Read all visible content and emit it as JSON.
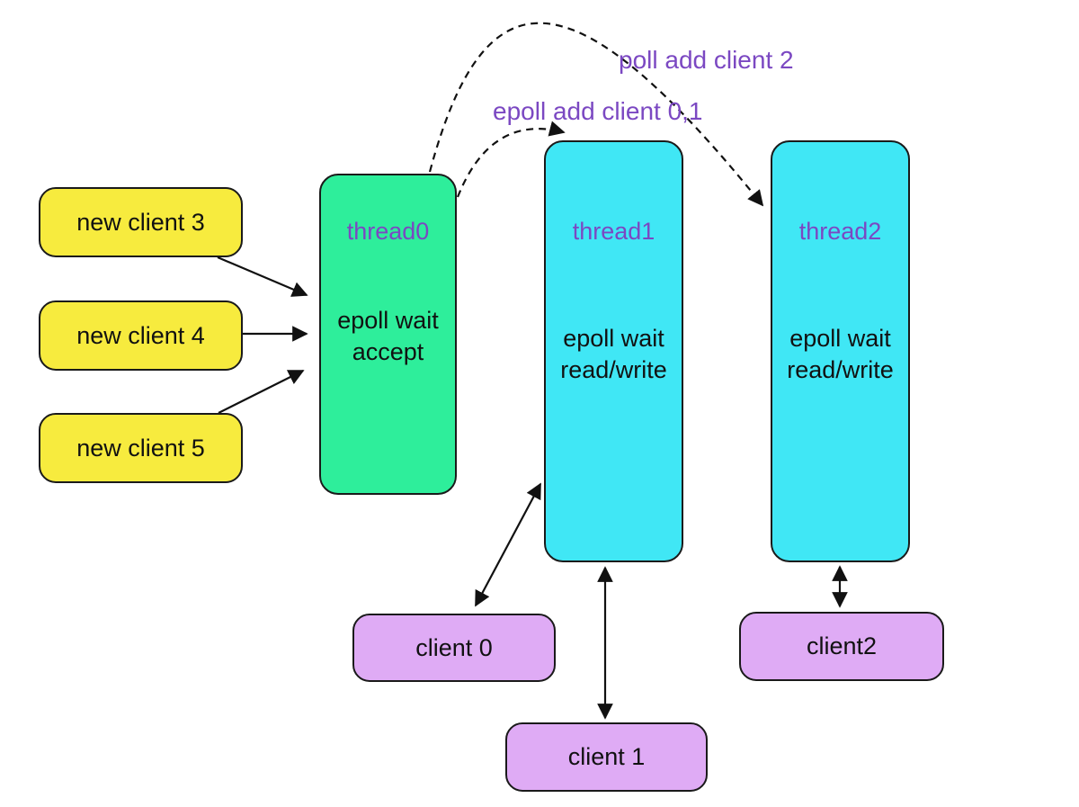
{
  "palette": {
    "yellow_box": "#F7EB3E",
    "green_box": "#2EEE9B",
    "cyan_box": "#40E7F5",
    "lilac_box": "#DFABF5",
    "purple_text": "#7B48C2",
    "arrow_color": "#111111"
  },
  "nodes": {
    "new_client_3": {
      "label": "new client 3"
    },
    "new_client_4": {
      "label": "new client 4"
    },
    "new_client_5": {
      "label": "new client 5"
    },
    "thread0": {
      "title": "thread0",
      "body": "epoll wait\naccept"
    },
    "thread1": {
      "title": "thread1",
      "body": "epoll wait\nread/write"
    },
    "thread2": {
      "title": "thread2",
      "body": "epoll wait\nread/write"
    },
    "client_0": {
      "label": "client 0"
    },
    "client_1": {
      "label": "client 1"
    },
    "client_2": {
      "label": "client2"
    }
  },
  "edge_labels": {
    "epoll_add_client_01": "epoll add client 0,1",
    "poll_add_client_2": "poll add client 2"
  }
}
